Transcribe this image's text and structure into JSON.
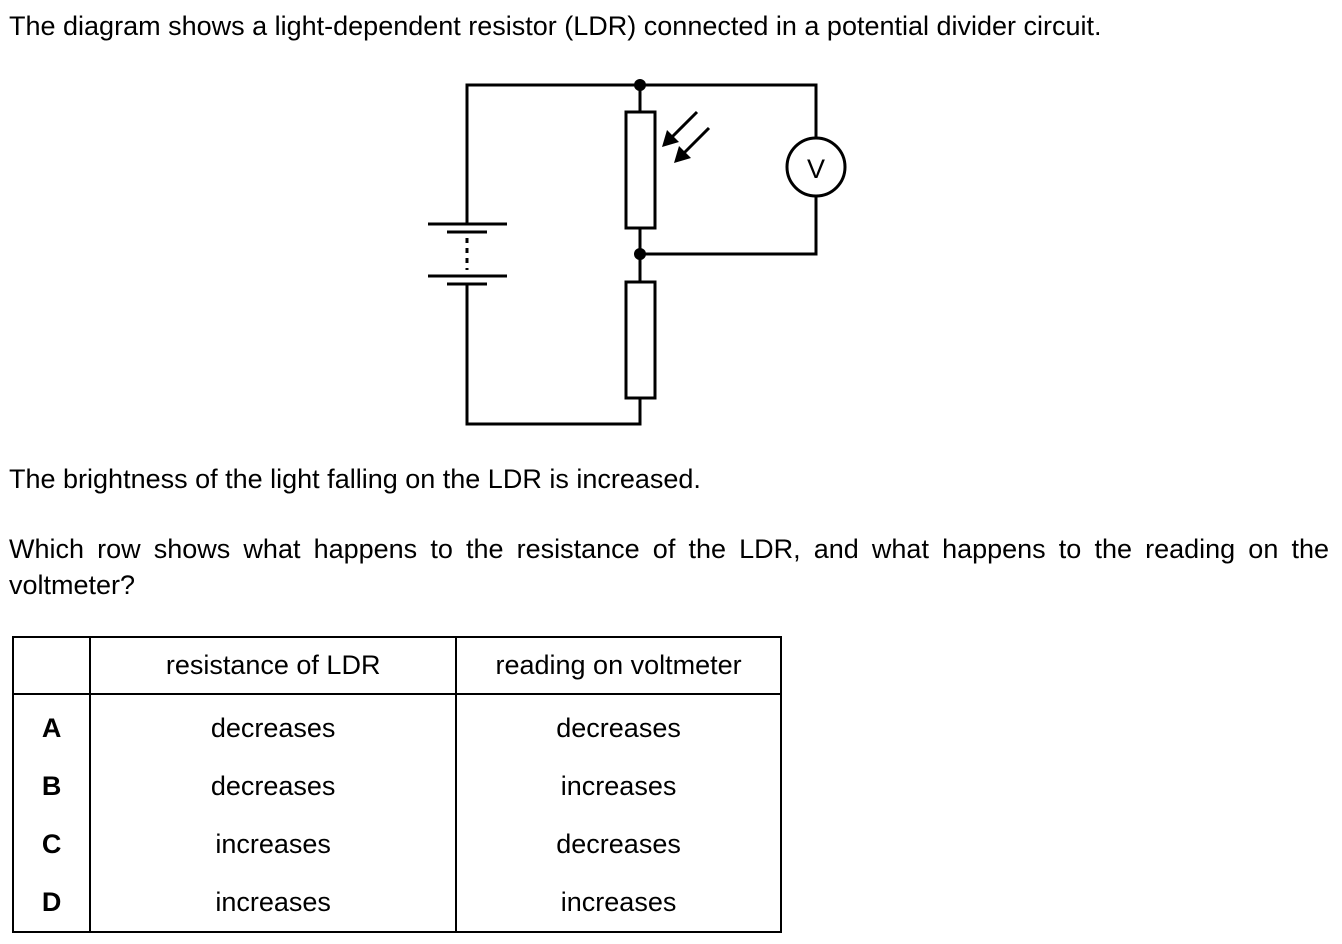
{
  "question": {
    "intro": "The diagram shows a light-dependent resistor (LDR) connected in a potential divider circuit.",
    "condition": "The brightness of the light falling on the LDR is increased.",
    "prompt": "Which row shows what happens to the resistance of the LDR, and what happens to the reading on the voltmeter?"
  },
  "diagram": {
    "voltmeter_label": "V"
  },
  "table": {
    "headers": [
      "",
      "resistance of LDR",
      "reading on voltmeter"
    ],
    "rows": [
      {
        "key": "A",
        "resistance": "decreases",
        "reading": "decreases"
      },
      {
        "key": "B",
        "resistance": "decreases",
        "reading": "increases"
      },
      {
        "key": "C",
        "resistance": "increases",
        "reading": "decreases"
      },
      {
        "key": "D",
        "resistance": "increases",
        "reading": "increases"
      }
    ]
  }
}
